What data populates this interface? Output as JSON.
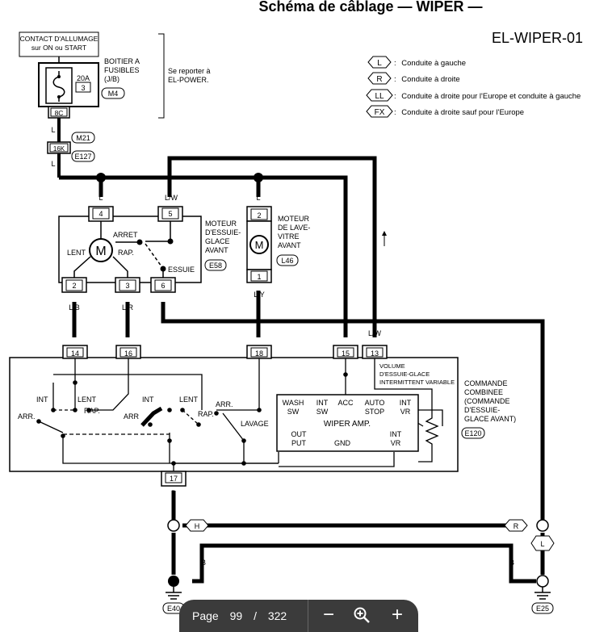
{
  "title": "Schéma de câblage — WIPER —",
  "diagram_id": "EL-WIPER-01",
  "legend": [
    {
      "badge": "L",
      "text": "Conduite à gauche"
    },
    {
      "badge": "R",
      "text": "Conduite à droite"
    },
    {
      "badge": "LL",
      "text": "Conduite à droite pour l'Europe et conduite à gauche"
    },
    {
      "badge": "FX",
      "text": "Conduite à droite sauf pour l'Europe"
    }
  ],
  "ignition": {
    "line1": "CONTACT D'ALLUMAGE",
    "line2": "sur ON ou START"
  },
  "fuse_box": {
    "lines": [
      "BOITIER A",
      "FUSIBLES",
      "(J/B)"
    ],
    "amp": "20A",
    "slot": "3",
    "connector": "M4",
    "terminal": "8C"
  },
  "see_ref": {
    "line1": "Se reporter à",
    "line2": "EL-POWER."
  },
  "joint": {
    "label": "16K",
    "connector_top": "M21",
    "connector_bottom": "E127"
  },
  "wires": {
    "L": "L",
    "LW": "L/W",
    "LB": "L/B",
    "LR": "L/R",
    "LY": "L/Y",
    "B": "B"
  },
  "wiper_motor": {
    "lines": [
      "MOTEUR",
      "D'ESSUIE-",
      "GLACE",
      "AVANT"
    ],
    "connector": "E58",
    "arret": "ARRET",
    "lent": "LENT",
    "rap": "RAP.",
    "essuie": "ESSUIE",
    "pins": [
      "4",
      "5",
      "2",
      "3",
      "6"
    ]
  },
  "washer_motor": {
    "lines": [
      "MOTEUR",
      "DE LAVE-",
      "VITRE",
      "AVANT"
    ],
    "connector": "L46",
    "pins": [
      "2",
      "1"
    ]
  },
  "combo_switch": {
    "lines": [
      "COMMANDE",
      "COMBINEE",
      "(COMMANDE",
      "D'ESSUIE-",
      "GLACE AVANT)"
    ],
    "connector": "E120",
    "pins": [
      "14",
      "16",
      "18",
      "15",
      "13",
      "17"
    ],
    "int1": "INT",
    "lent1": "LENT",
    "arr1": "ARR.",
    "rap1": "RAP.",
    "int2": "INT",
    "lent2": "LENT",
    "arr2": "ARR",
    "rap2": "RAP.",
    "arr3": "ARR.",
    "lavage": "LAVAGE",
    "volume": [
      "VOLUME",
      "D'ESSUIE-GLACE",
      "INTERMITTENT VARIABLE"
    ],
    "amp": {
      "wash": [
        "WASH",
        "SW"
      ],
      "intsw": [
        "INT",
        "SW"
      ],
      "acc": "ACC",
      "auto": [
        "AUTO",
        "STOP"
      ],
      "intvr": [
        "INT",
        "VR"
      ],
      "title": "WIPER AMP.",
      "out": [
        "OUT",
        "PUT"
      ],
      "gnd": "GND",
      "intvr2": [
        "INT",
        "VR"
      ]
    }
  },
  "ground": {
    "h": "H",
    "r": "R",
    "l": "L",
    "left": "E40",
    "right": "E25"
  },
  "toolbar": {
    "page_label": "Page",
    "page_current": "99",
    "page_sep": "/",
    "page_total": "322"
  }
}
